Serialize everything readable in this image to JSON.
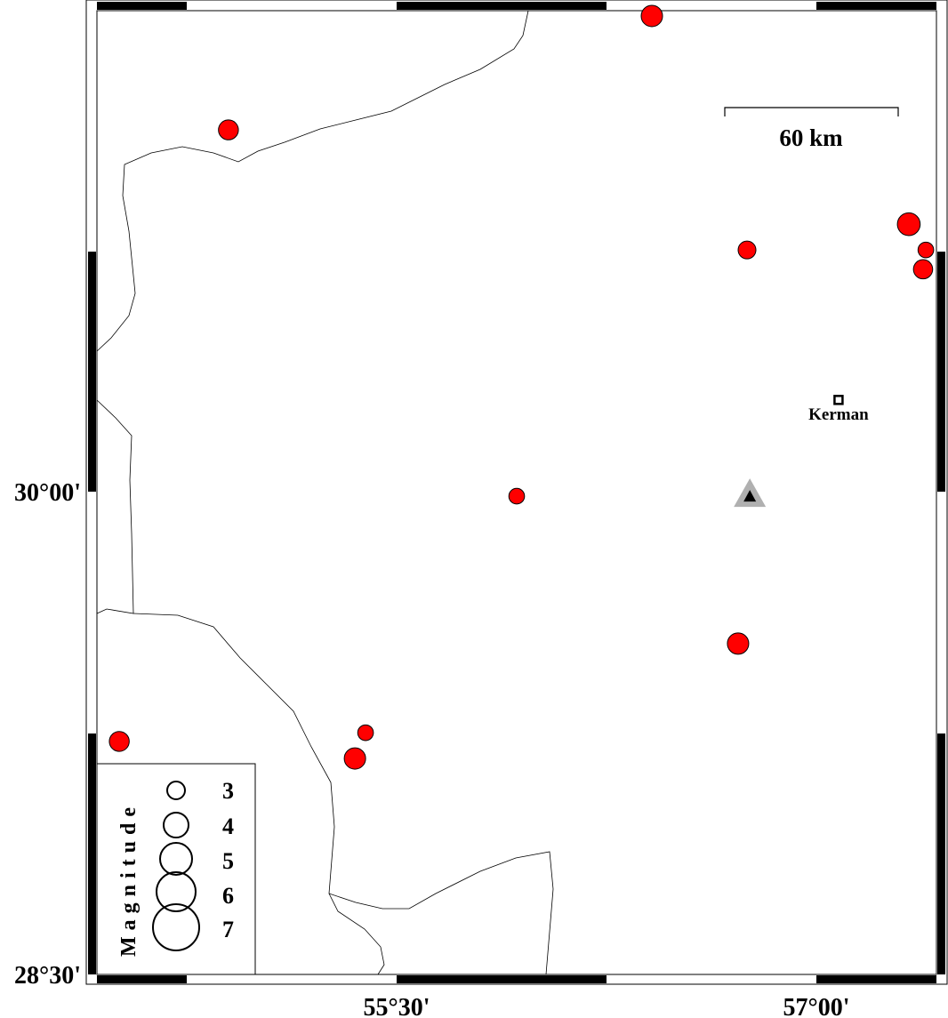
{
  "map": {
    "axes": {
      "x_ticks": [
        {
          "lon": 55.5,
          "label": "55°30'"
        },
        {
          "lon": 57.0,
          "label": "57°00'"
        }
      ],
      "y_ticks": [
        {
          "lat": 30.0,
          "label": "30°00'"
        },
        {
          "lat": 28.5,
          "label": "28°30'"
        }
      ]
    },
    "scale_bar": {
      "label": "60 km"
    },
    "city": {
      "name": "Kerman",
      "lon": 57.079,
      "lat": 30.285
    },
    "station": {
      "lon": 56.762,
      "lat": 29.986,
      "outer_color": "#b0b0b0",
      "inner_color": "#000000"
    },
    "event_color": "#ff0000",
    "events": [
      {
        "lon": 56.412,
        "lat": 31.478,
        "mag": 3.5
      },
      {
        "lon": 54.899,
        "lat": 31.124,
        "mag": 3.3
      },
      {
        "lon": 57.33,
        "lat": 30.831,
        "mag": 3.7
      },
      {
        "lon": 56.752,
        "lat": 30.751,
        "mag": 3.0
      },
      {
        "lon": 57.391,
        "lat": 30.751,
        "mag": 2.7
      },
      {
        "lon": 57.381,
        "lat": 30.691,
        "mag": 3.2
      },
      {
        "lon": 55.929,
        "lat": 29.986,
        "mag": 2.7
      },
      {
        "lon": 56.72,
        "lat": 29.528,
        "mag": 3.5
      },
      {
        "lon": 54.509,
        "lat": 29.224,
        "mag": 3.3
      },
      {
        "lon": 55.389,
        "lat": 29.251,
        "mag": 2.7
      },
      {
        "lon": 55.351,
        "lat": 29.171,
        "mag": 3.5
      }
    ],
    "legend": {
      "title": "Magnitude",
      "entries": [
        {
          "mag": 3,
          "label": "3"
        },
        {
          "mag": 4,
          "label": "4"
        },
        {
          "mag": 5,
          "label": "5"
        },
        {
          "mag": 6,
          "label": "6"
        },
        {
          "mag": 7,
          "label": "7"
        }
      ]
    }
  }
}
